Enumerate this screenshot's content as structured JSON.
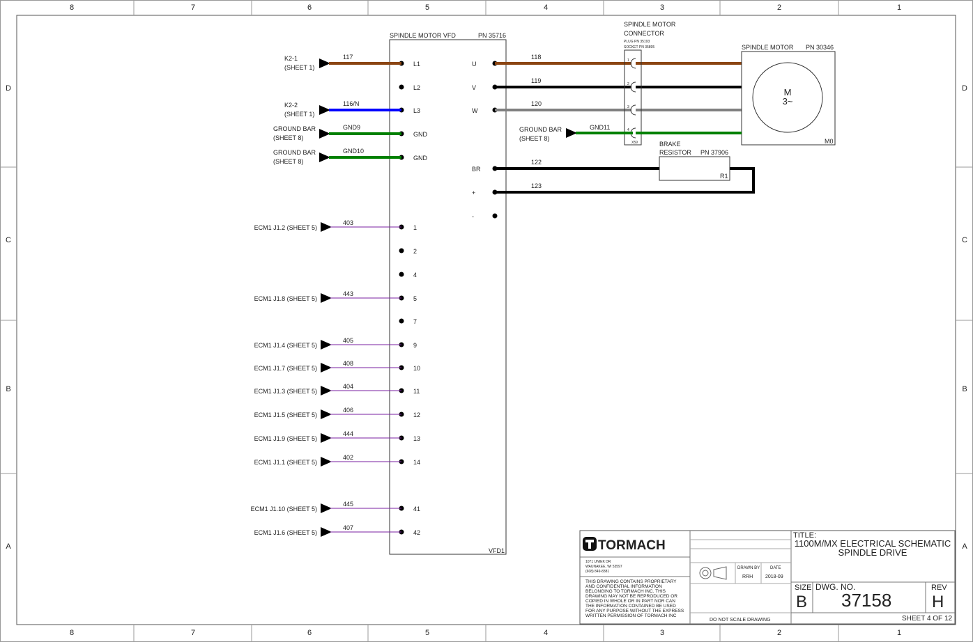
{
  "zones": {
    "cols": [
      "8",
      "7",
      "6",
      "5",
      "4",
      "3",
      "2",
      "1"
    ],
    "rows": [
      "D",
      "C",
      "B",
      "A"
    ]
  },
  "vfd": {
    "title": "SPINDLE MOTOR VFD",
    "pn": "PN 35716",
    "ref": "VFD1",
    "left_pins": [
      "L1",
      "L2",
      "L3",
      "GND",
      "GND",
      "1",
      "2",
      "4",
      "5",
      "7",
      "9",
      "10",
      "11",
      "12",
      "13",
      "14",
      "41",
      "42"
    ],
    "right_pins": [
      "U",
      "V",
      "W",
      "BR",
      "+",
      "-"
    ]
  },
  "inputs": [
    {
      "label1": "K2-1",
      "label2": "(SHEET 1)",
      "wire": "117",
      "color": "#8B4513"
    },
    {
      "label1": "K2-2",
      "label2": "(SHEET 1)",
      "wire": "116/N",
      "color": "#0000ff"
    },
    {
      "label1": "GROUND BAR",
      "label2": "(SHEET 8)",
      "wire": "GND9",
      "color": "#008000"
    },
    {
      "label1": "GROUND BAR",
      "label2": "(SHEET 8)",
      "wire": "GND10",
      "color": "#008000"
    }
  ],
  "ecm": [
    {
      "label": "ECM1 J1.2 (SHEET 5)",
      "wire": "403"
    },
    {
      "label": "ECM1 J1.8 (SHEET 5)",
      "wire": "443"
    },
    {
      "label": "ECM1 J1.4 (SHEET 5)",
      "wire": "405"
    },
    {
      "label": "ECM1 J1.7 (SHEET 5)",
      "wire": "408"
    },
    {
      "label": "ECM1 J1.3 (SHEET 5)",
      "wire": "404"
    },
    {
      "label": "ECM1 J1.5 (SHEET 5)",
      "wire": "406"
    },
    {
      "label": "ECM1 J1.9 (SHEET 5)",
      "wire": "444"
    },
    {
      "label": "ECM1 J1.1 (SHEET 5)",
      "wire": "402"
    },
    {
      "label": "ECM1 J1.10 (SHEET 5)",
      "wire": "445"
    },
    {
      "label": "ECM1 J1.6 (SHEET 5)",
      "wire": "407"
    }
  ],
  "outputs": [
    {
      "wire": "118",
      "color": "#8B4513"
    },
    {
      "wire": "119",
      "color": "#000000"
    },
    {
      "wire": "120",
      "color": "#808080"
    }
  ],
  "connector": {
    "title1": "SPINDLE MOTOR",
    "title2": "CONNECTOR",
    "plug": "PLUG PN 35193",
    "socket": "SOCKET PN 35895",
    "ref": "X59",
    "pins": [
      "1",
      "2",
      "3",
      "4"
    ]
  },
  "motor": {
    "title": "SPINDLE MOTOR",
    "pn": "PN 30346",
    "symbol1": "M",
    "symbol2": "3~",
    "ref": "M0"
  },
  "ground11": {
    "label1": "GROUND BAR",
    "label2": "(SHEET 8)",
    "wire": "GND11"
  },
  "brake": {
    "title1": "BRAKE",
    "title2": "RESISTOR",
    "pn": "PN 37906",
    "ref": "R1",
    "wire_br": "122",
    "wire_plus": "123"
  },
  "title_block": {
    "company": "TORMACH",
    "address1": "1071 UNIEK DR",
    "address2": "WAUNAKEE, WI 53597",
    "phone": "(608) 849-8381",
    "notice": [
      "THIS DRAWING CONTAINS PROPRIETARY",
      "AND CONFIDENTIAL INFORMATION",
      "BELONGING TO TORMACH INC. THIS",
      "DRAWING MAY NOT BE REPRODUCED OR",
      "COPIED IN WHOLE OR IN PART NOR CAN",
      "THE INFORMATION CONTAINED BE USED",
      "FOR ANY PURPOSE WITHOUT THE EXPRESS",
      "WRITTEN PERMISSION OF TORMACH INC"
    ],
    "drawn_by_label": "DRAWN BY",
    "date_label": "DATE",
    "drawn_by": "RRH",
    "date": "2018-09",
    "title_label": "TITLE:",
    "title1": "1100M/MX ELECTRICAL SCHEMATIC",
    "title2": "SPINDLE DRIVE",
    "size_label": "SIZE",
    "size": "B",
    "dwg_label": "DWG. NO.",
    "dwg_no": "37158",
    "rev_label": "REV",
    "rev": "H",
    "scale_note": "DO NOT SCALE DRAWING",
    "sheet": "SHEET 4 OF 12"
  }
}
